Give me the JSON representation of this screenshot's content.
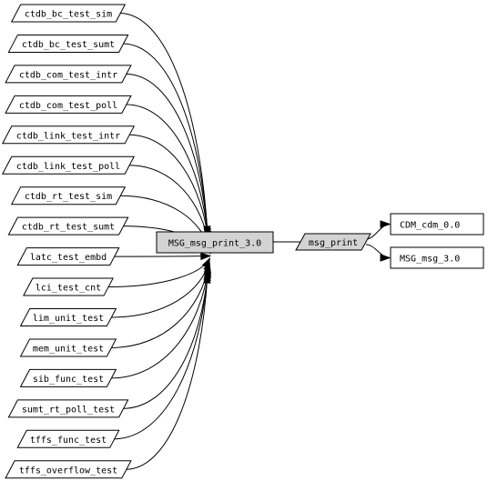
{
  "callers": [
    "ctdb_bc_test_sim",
    "ctdb_bc_test_sumt",
    "ctdb_com_test_intr",
    "ctdb_com_test_poll",
    "ctdb_link_test_intr",
    "ctdb_link_test_poll",
    "ctdb_rt_test_sim",
    "ctdb_rt_test_sumt",
    "latc_test_embd",
    "lci_test_cnt",
    "lim_unit_test",
    "mem_unit_test",
    "sib_func_test",
    "sumt_rt_poll_test",
    "tffs_func_test",
    "tffs_overflow_test"
  ],
  "central": "MSG_msg_print_3.0",
  "middle": "msg_print",
  "targets": [
    "CDM_cdm_0.0",
    "MSG_msg_3.0"
  ],
  "colors": {
    "highlight_fill": "#d3d3d3",
    "stroke": "#000000",
    "background": "#ffffff"
  }
}
